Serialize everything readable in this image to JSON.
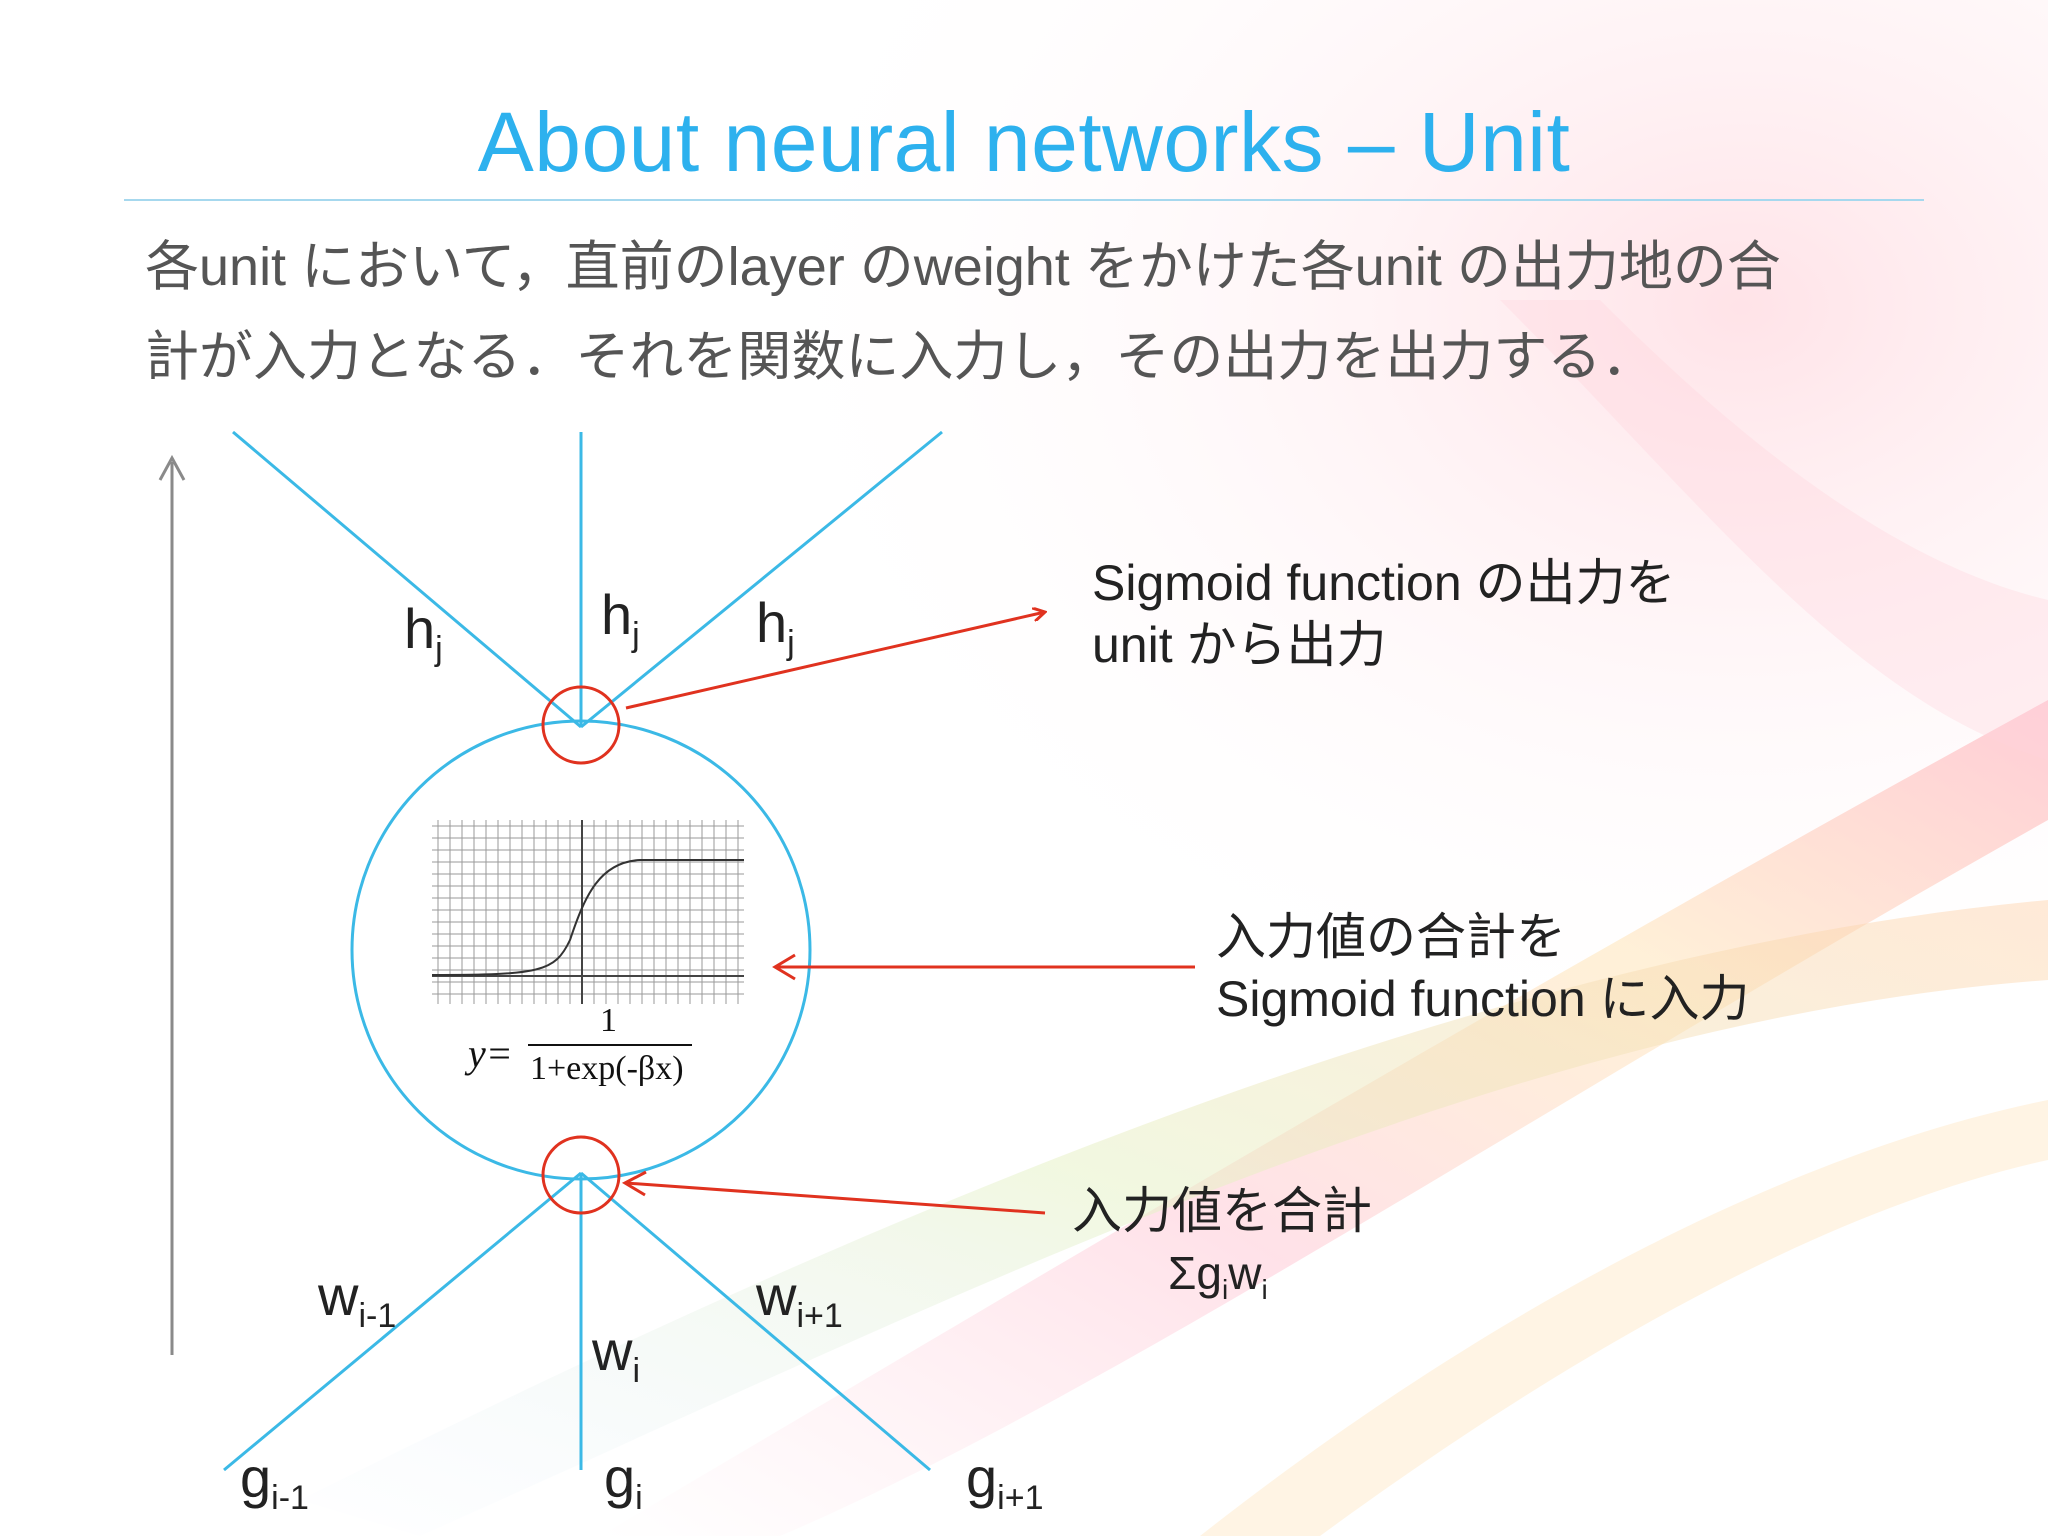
{
  "title": "About neural networks – Unit",
  "colors": {
    "title": "#2db1ee",
    "network_line": "#3bb9e6",
    "annotation_arrow": "#e0321f",
    "axis_arrow": "#8a8a8a"
  },
  "body_text": {
    "line1": "各unit において，直前のlayer のweight をかけた各unit の出力地の合",
    "line2": "計が入力となる．それを関数に入力し，その出力を出力する．"
  },
  "outputs": [
    {
      "base": "h",
      "sub": "j"
    },
    {
      "base": "h",
      "sub": "j"
    },
    {
      "base": "h",
      "sub": "j"
    }
  ],
  "weights": [
    {
      "base": "w",
      "sub": "i-1"
    },
    {
      "base": "w",
      "sub": "i"
    },
    {
      "base": "w",
      "sub": "i+1"
    }
  ],
  "inputs": [
    {
      "base": "g",
      "sub": "i-1"
    },
    {
      "base": "g",
      "sub": "i"
    },
    {
      "base": "g",
      "sub": "i+1"
    }
  ],
  "annotations": {
    "output": {
      "line1": "Sigmoid function の出力を",
      "line2": "unit から出力"
    },
    "activation": {
      "line1": "入力値の合計を",
      "line2": "Sigmoid function に入力"
    },
    "sum": {
      "line1": "入力値を合計",
      "formula_prefix": "Σg",
      "formula_sub1": "i",
      "formula_mid": "w",
      "formula_sub2": "i"
    }
  },
  "formula": {
    "lhs": "y=",
    "numerator": "1",
    "denominator": "1+exp(-βx)"
  }
}
